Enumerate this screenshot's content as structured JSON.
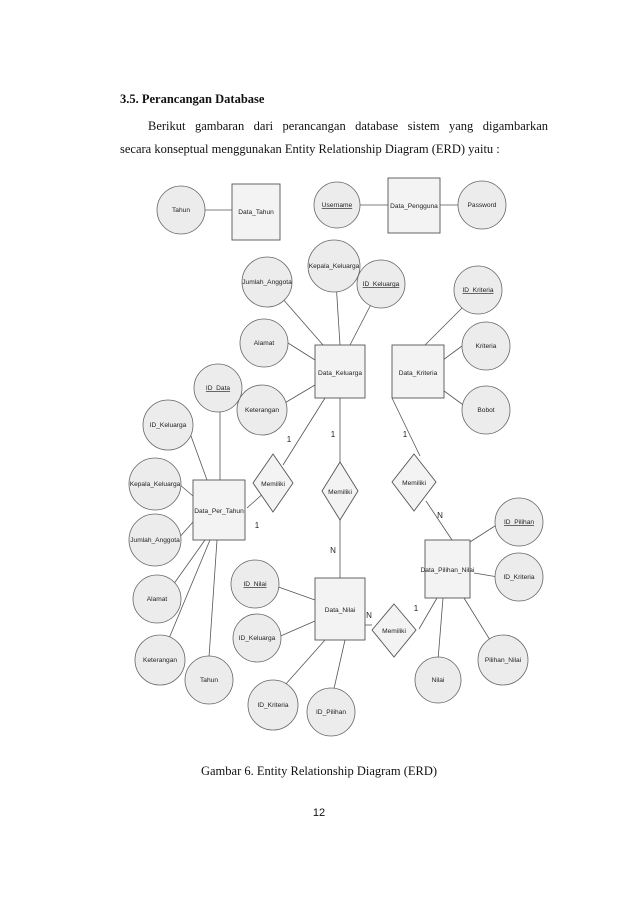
{
  "section": {
    "heading": "3.5. Perancangan Database"
  },
  "paragraph": {
    "line1": "Berikut gambaran dari perancangan database sistem yang digambarkan",
    "line2": "secara konseptual menggunakan Entity Relationship Diagram (ERD)  yaitu :"
  },
  "erd": {
    "entities": {
      "data_tahun": "Data_Tahun",
      "data_pengguna": "Data_Pengguna",
      "data_keluarga": "Data_Keluarga",
      "data_kriteria": "Data_Kriteria",
      "data_per_tahun": "Data_Per_Tahun",
      "data_nilai": "Data_Nilai",
      "data_pilihan_nilai": "Data_Pilihan_Nilai"
    },
    "relationships": {
      "memiliki_1": "Memiliki",
      "memiliki_2": "Memiliki",
      "memiliki_3": "Memiliki",
      "memiliki_4": "Memiliki"
    },
    "attributes": {
      "tahun_1": "Tahun",
      "username": "Username",
      "password": "Password",
      "jumlah_anggota_1": "Jumlah_Anggota",
      "kepala_keluarga_1": "Kepala_Keluarga",
      "id_keluarga_1": "ID_Keluarga",
      "id_kriteria_1": "ID_Kriteria",
      "alamat_1": "Alamat",
      "kriteria": "Kriteria",
      "keterangan_1": "Keterangan",
      "bobot": "Bobot",
      "id_data": "ID_Data",
      "id_keluarga_2": "ID_Keluarga",
      "kepala_keluarga_2": "Kepala_Keluarga",
      "jumlah_anggota_2": "Jumlah_Anggota",
      "alamat_2": "Alamat",
      "keterangan_2": "Keterangan",
      "tahun_2": "Tahun",
      "id_nilai": "ID_Nilai",
      "id_keluarga_3": "ID_Keluarga",
      "id_kriteria_2": "ID_Kriteria",
      "id_pilihan_1": "ID_Pilihan",
      "id_pilihan_2": "ID_Pilihan",
      "id_kriteria_3": "ID_Kriteria",
      "pilihan_nilai": "Pilihan_Nilai",
      "nilai": "Nilai"
    },
    "cardinalities": {
      "c1": "1",
      "c2": "1",
      "c3": "1",
      "c4": "1",
      "c5": "N",
      "c6": "N",
      "c7": "N",
      "c8": "1"
    }
  },
  "figure": {
    "caption": "Gambar 6. Entity Relationship Diagram (ERD)"
  },
  "page": {
    "number": "12"
  }
}
